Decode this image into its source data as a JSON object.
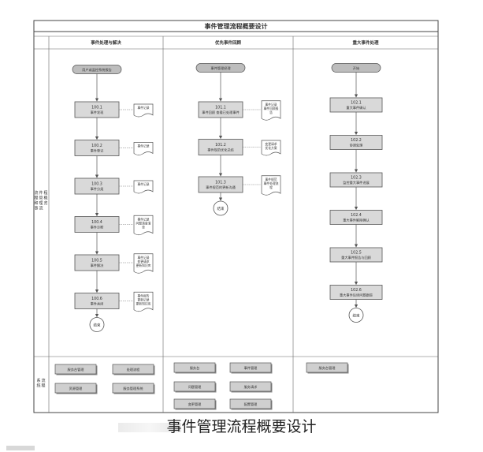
{
  "diagram": {
    "title": "事件管理流程概要设计",
    "left_header_top": "",
    "lanes": [
      {
        "header": "事件处理与解决",
        "start": "用户或监控系统报告",
        "steps": [
          {
            "code": "100.1",
            "name": "事件发现",
            "doc": "事件记录"
          },
          {
            "code": "100.2",
            "name": "事件登记",
            "doc": "事件记录"
          },
          {
            "code": "100.3",
            "name": "事件分类",
            "doc": "事件记录"
          },
          {
            "code": "100.4",
            "name": "事件诊断",
            "doc": "事件记录 问题清查清单"
          },
          {
            "code": "100.5",
            "name": "事件解决",
            "doc": "事件记录 变更请求 更新知识库"
          },
          {
            "code": "100.6",
            "name": "事件关闭",
            "doc": "事件报告 更新记录 更新知识库"
          }
        ],
        "end": "结束"
      },
      {
        "header": "优先事件回顾",
        "start": "事件管理经理",
        "steps": [
          {
            "code": "101.1",
            "name": "事件回顾 查看已处理事件",
            "doc": "事件记录 事件回顾报告"
          },
          {
            "code": "101.2",
            "name": "事件规范优化总结",
            "doc": "变更请求 优化方案"
          },
          {
            "code": "101.3",
            "name": "事件规范的更新沟通",
            "doc": "事件规范 事件处理流程"
          }
        ],
        "end": "结束"
      },
      {
        "header": "重大事件处理",
        "start": "开始",
        "steps": [
          {
            "code": "102.1",
            "name": "重大事件确认",
            "doc": ""
          },
          {
            "code": "102.2",
            "name": "协调处理",
            "doc": ""
          },
          {
            "code": "102.3",
            "name": "监控重大事件进展",
            "doc": ""
          },
          {
            "code": "102.4",
            "name": "重大事件解除确认",
            "doc": ""
          },
          {
            "code": "102.5",
            "name": "重大事件报告与回顾",
            "doc": ""
          },
          {
            "code": "102.6",
            "name": "重大事件后续问题跟踪",
            "doc": ""
          }
        ],
        "end": "结束"
      }
    ],
    "row1_label": "流程和事件管理流程概览",
    "row2_label": "系统流程",
    "systems": [
      [
        "服务台管理",
        "处理流程",
        "资源管理",
        "服务管理系统"
      ],
      [
        "服务台",
        "事件管理",
        "问题管理",
        "服务请求",
        "变更管理",
        "配置管理"
      ],
      [
        "服务台管理"
      ]
    ]
  },
  "caption": "事件管理流程概要设计"
}
